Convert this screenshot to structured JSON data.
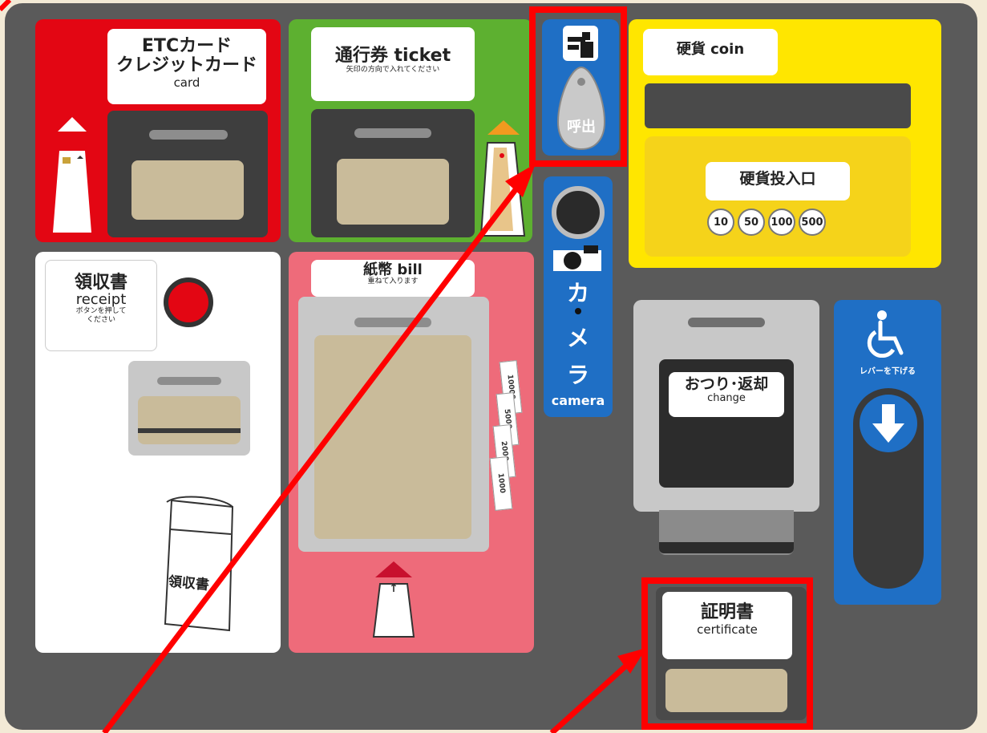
{
  "card_panel": {
    "title_line1": "ETCカード",
    "title_line2": "クレジットカード",
    "subtitle": "card"
  },
  "ticket_panel": {
    "title": "通行券 ticket",
    "note": "矢印の方向で入れてください"
  },
  "call_panel": {
    "label": "呼出"
  },
  "camera_panel": {
    "chars": [
      "カ",
      "メ",
      "ラ"
    ],
    "label": "camera"
  },
  "coin_panel": {
    "title": "硬貨 coin",
    "slot_label": "硬貨投入口",
    "coins": [
      "10",
      "50",
      "100",
      "500"
    ]
  },
  "receipt_panel": {
    "title": "領収書",
    "subtitle": "receipt",
    "note_line1": "ボタンを押して",
    "note_line2": "ください",
    "paper_text": "領収書"
  },
  "bill_panel": {
    "title": "紙幣 bill",
    "note": "重ねて入ります",
    "denominations": [
      "10000",
      "5000",
      "2000",
      "1000"
    ],
    "note_mark": "↑"
  },
  "change_panel": {
    "title": "おつり･返却",
    "subtitle": "change"
  },
  "lever_panel": {
    "label": "レバーを下げる"
  },
  "certificate_panel": {
    "title": "証明書",
    "subtitle": "certificate"
  },
  "colors": {
    "highlight": "#ff0000",
    "panel_red": "#e30613",
    "panel_green": "#5db030",
    "panel_yellow": "#ffe600",
    "panel_pink": "#ee6b7a",
    "panel_blue": "#1f6fc5"
  }
}
